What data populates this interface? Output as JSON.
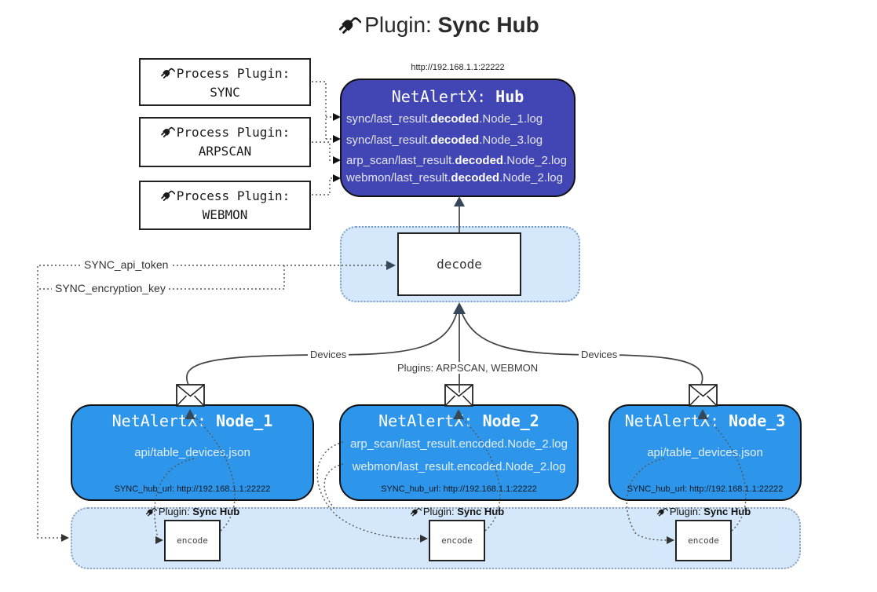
{
  "title": {
    "prefix": "Plugin: ",
    "bold": "Sync Hub"
  },
  "hub": {
    "url": "http://192.168.1.1:22222",
    "title_prefix": "NetAlertX: ",
    "title_bold": "Hub",
    "lines": [
      {
        "pre": "sync/last_result.",
        "bold": "decoded",
        "post": ".Node_1.log"
      },
      {
        "pre": "sync/last_result.",
        "bold": "decoded",
        "post": ".Node_3.log"
      },
      {
        "pre": "arp_scan/last_result.",
        "bold": "decoded",
        "post": ".Node_2.log"
      },
      {
        "pre": "webmon/last_result.",
        "bold": "decoded",
        "post": ".Node_2.log"
      }
    ]
  },
  "process_plugins": [
    {
      "label": "Process Plugin:",
      "name": "SYNC"
    },
    {
      "label": "Process Plugin:",
      "name": "ARPSCAN"
    },
    {
      "label": "Process Plugin:",
      "name": "WEBMON"
    }
  ],
  "decode": {
    "label": "decode"
  },
  "secrets": {
    "api_token": "SYNC_api_token",
    "encryption_key": "SYNC_encryption_key"
  },
  "edges": {
    "devices_left": "Devices",
    "plugins_mid": "Plugins: ARPSCAN, WEBMON",
    "devices_right": "Devices"
  },
  "nodes": [
    {
      "title_prefix": "NetAlertX: ",
      "title_bold": "Node_1",
      "files": [
        "api/table_devices.json"
      ],
      "hub_url": "SYNC_hub_url: http://192.168.1.1:22222"
    },
    {
      "title_prefix": "NetAlertX: ",
      "title_bold": "Node_2",
      "files": [
        "arp_scan/last_result.encoded.Node_2.log",
        "webmon/last_result.encoded.Node_2.log"
      ],
      "hub_url": "SYNC_hub_url: http://192.168.1.1:22222"
    },
    {
      "title_prefix": "NetAlertX: ",
      "title_bold": "Node_3",
      "files": [
        "api/table_devices.json"
      ],
      "hub_url": "SYNC_hub_url: http://192.168.1.1:22222"
    }
  ],
  "encode": {
    "label": "encode",
    "plugin_prefix": "Plugin: ",
    "plugin_bold": "Sync Hub"
  },
  "colors": {
    "hub_fill": "#4146b4",
    "node_fill": "#2e96ea",
    "panel_fill": "#d5e7fa",
    "panel_border_decode": "#7e9fc7",
    "panel_border_band": "#8fa3b8",
    "box_border": "#111111",
    "connector": "#424242",
    "dotted_connector": "#555555",
    "arrow_slate": "#36475a"
  }
}
